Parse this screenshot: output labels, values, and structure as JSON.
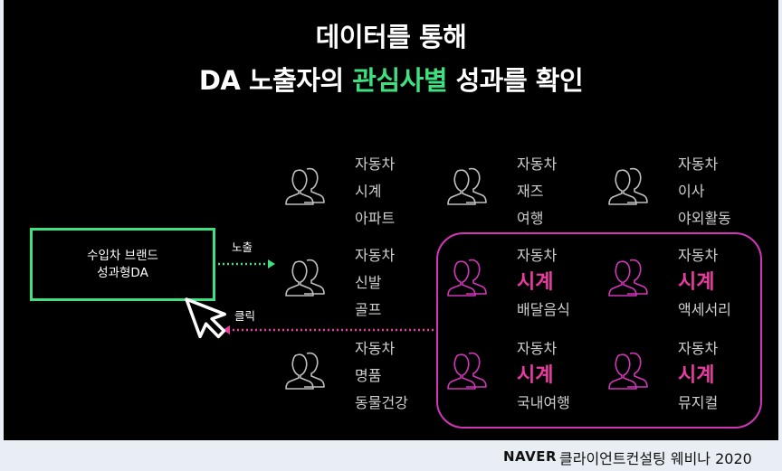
{
  "title": {
    "line1": "데이터를 통해",
    "line2_pre": "DA 노출자의 ",
    "line2_highlight": "관심사별",
    "line2_post": " 성과를 확인"
  },
  "ad_box": {
    "line1": "수입차 브랜드",
    "line2": "성과형DA"
  },
  "labels": {
    "exposure": "노출",
    "click": "클릭"
  },
  "segments": [
    {
      "id": "a",
      "lines": [
        "자동차",
        "시계",
        "아파트"
      ],
      "highlight": false
    },
    {
      "id": "b",
      "lines": [
        "자동차",
        "재즈",
        "여행"
      ],
      "highlight": false
    },
    {
      "id": "c",
      "lines": [
        "자동차",
        "이사",
        "야외활동"
      ],
      "highlight": false
    },
    {
      "id": "d",
      "lines": [
        "자동차",
        "신발",
        "골프"
      ],
      "highlight": false
    },
    {
      "id": "e",
      "lines": [
        "자동차",
        "시계",
        "배달음식"
      ],
      "highlight": true
    },
    {
      "id": "f",
      "lines": [
        "자동차",
        "시계",
        "액세서리"
      ],
      "highlight": true
    },
    {
      "id": "g",
      "lines": [
        "자동차",
        "명품",
        "동물건강"
      ],
      "highlight": false
    },
    {
      "id": "h",
      "lines": [
        "자동차",
        "시계",
        "국내여행"
      ],
      "highlight": true
    },
    {
      "id": "i",
      "lines": [
        "자동차",
        "시계",
        "뮤지컬"
      ],
      "highlight": true
    }
  ],
  "footer": {
    "brand": "NAVER",
    "text": "클라이언트컨설팅 웨비나 2020"
  },
  "colors": {
    "green": "#3ee07f",
    "pink": "#e93ca0",
    "pink_border": "#d136b9",
    "gray": "#cfcfcf",
    "icon_gray": "#bfbfbf"
  },
  "icons": {
    "audience": "people-pair-icon",
    "cursor": "mouse-pointer-icon"
  }
}
